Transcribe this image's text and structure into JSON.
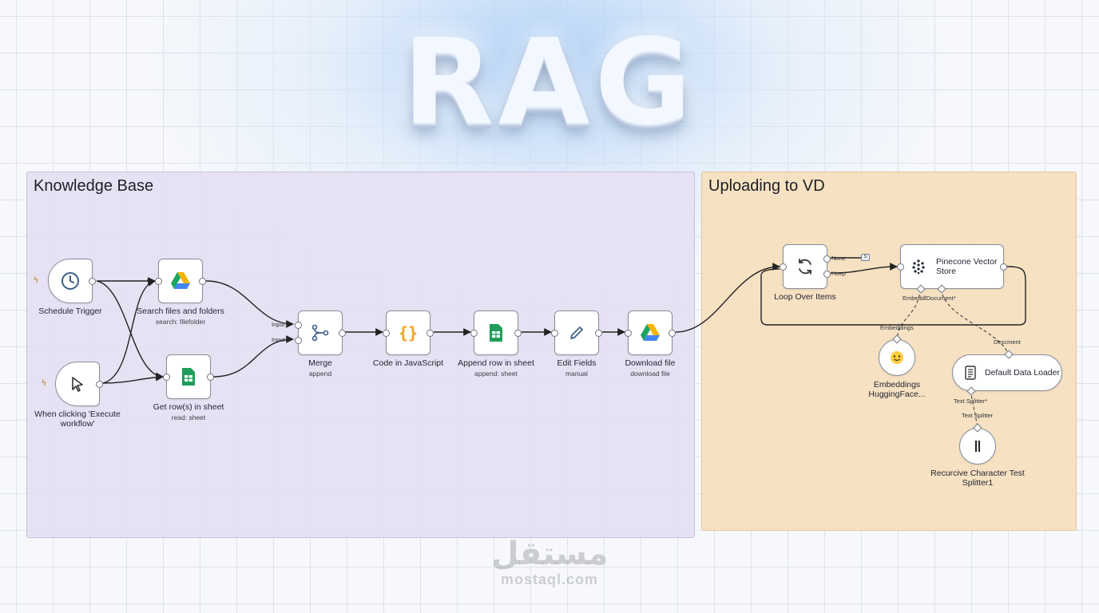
{
  "hero_title": "RAG",
  "sections": {
    "knowledge_base": "Knowledge Base",
    "uploading": "Uploading to VD"
  },
  "nodes": {
    "schedule_trigger": {
      "label": "Schedule Trigger",
      "icon": "clock-icon"
    },
    "manual_trigger": {
      "label": "When clicking 'Execute workflow'",
      "icon": "cursor-icon"
    },
    "search_files": {
      "label": "Search files and folders",
      "sub": "search: filefolder",
      "icon": "google-drive-icon"
    },
    "get_rows": {
      "label": "Get row(s) in sheet",
      "sub": "read: sheet",
      "icon": "google-sheets-icon"
    },
    "merge": {
      "label": "Merge",
      "sub": "append",
      "icon": "merge-icon",
      "input1": "Input 1",
      "input2": "Input 2"
    },
    "code": {
      "label": "Code in JavaScript",
      "icon": "code-braces-icon"
    },
    "append_row": {
      "label": "Append row in sheet",
      "sub": "append: sheet",
      "icon": "google-sheets-icon"
    },
    "edit_fields": {
      "label": "Edit Fields",
      "sub": "manual",
      "icon": "pencil-icon"
    },
    "download_file": {
      "label": "Download file",
      "sub": "download file",
      "icon": "google-drive-icon"
    },
    "loop": {
      "label": "Loop Over Items",
      "icon": "loop-icon",
      "out_done": "None",
      "out_loop": "Hoep",
      "badge": "5"
    },
    "pinecone": {
      "label": "Pinecone Vector Store",
      "icon": "pinecone-icon",
      "port_embed": "EmbeddlDocument*"
    },
    "embeddings": {
      "label": "Embeddings HuggingFace...",
      "icon": "huggingface-icon",
      "port": "Embeddings"
    },
    "data_loader": {
      "label": "Default Data Loader",
      "icon": "document-icon",
      "port_doc": "Descment",
      "port_split": "Text Splitter*"
    },
    "splitter": {
      "label": "Recurcive Character Test Splitter1",
      "icon": "splitter-icon",
      "port": "Text Splitter"
    }
  },
  "watermark": {
    "arabic": "مستقل",
    "latin": "mostaql.com"
  },
  "colors": {
    "knowledge_bg": "#e6e1f3",
    "upload_bg": "#f6e0c0",
    "drive_green": "#1ea362",
    "drive_yellow": "#f4b400",
    "drive_blue": "#4285f4",
    "sheets_green": "#1e9e5a",
    "code_orange": "#f0a21a"
  }
}
